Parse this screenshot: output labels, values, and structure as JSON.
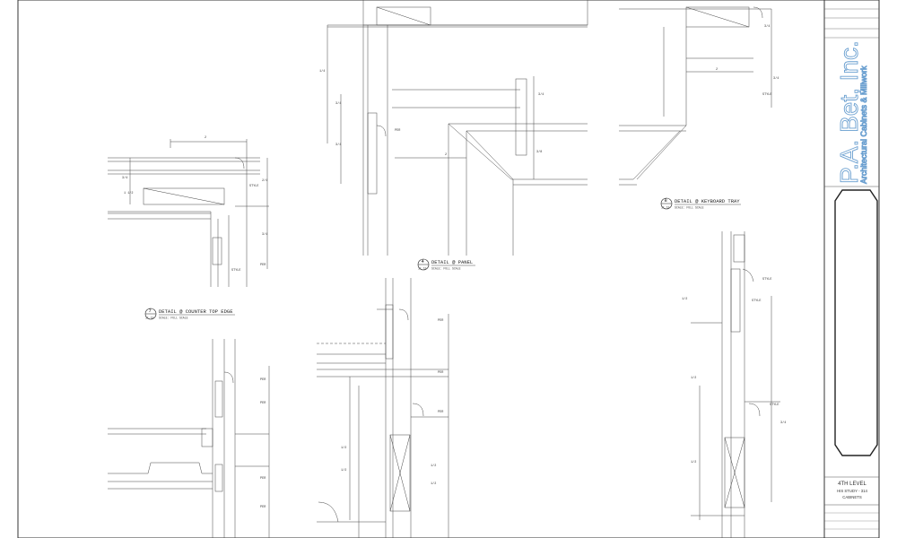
{
  "sheet": {
    "details": [
      {
        "number": "7",
        "sheet": "11.1E",
        "title": "DETAIL @ COUNTER TOP EDGE",
        "scale": "SCALE: FULL SCALE"
      },
      {
        "number": "4",
        "sheet": "11.1E",
        "title": "DETAIL @ PANEL",
        "scale": "SCALE: FULL SCALE"
      },
      {
        "number": "8",
        "sheet": "11.1E",
        "title": "DETAIL @ KEYBOARD TRAY",
        "scale": "SCALE: FULL SCALE"
      }
    ],
    "title_block": {
      "firm_name": "P.A. Bet, Inc.",
      "firm_tagline": "Architectural Cabinets & Millwork",
      "project_level": "4TH LEVEL",
      "project_room": "HIS STUDY - 314",
      "project_item": "CABINETS"
    }
  }
}
